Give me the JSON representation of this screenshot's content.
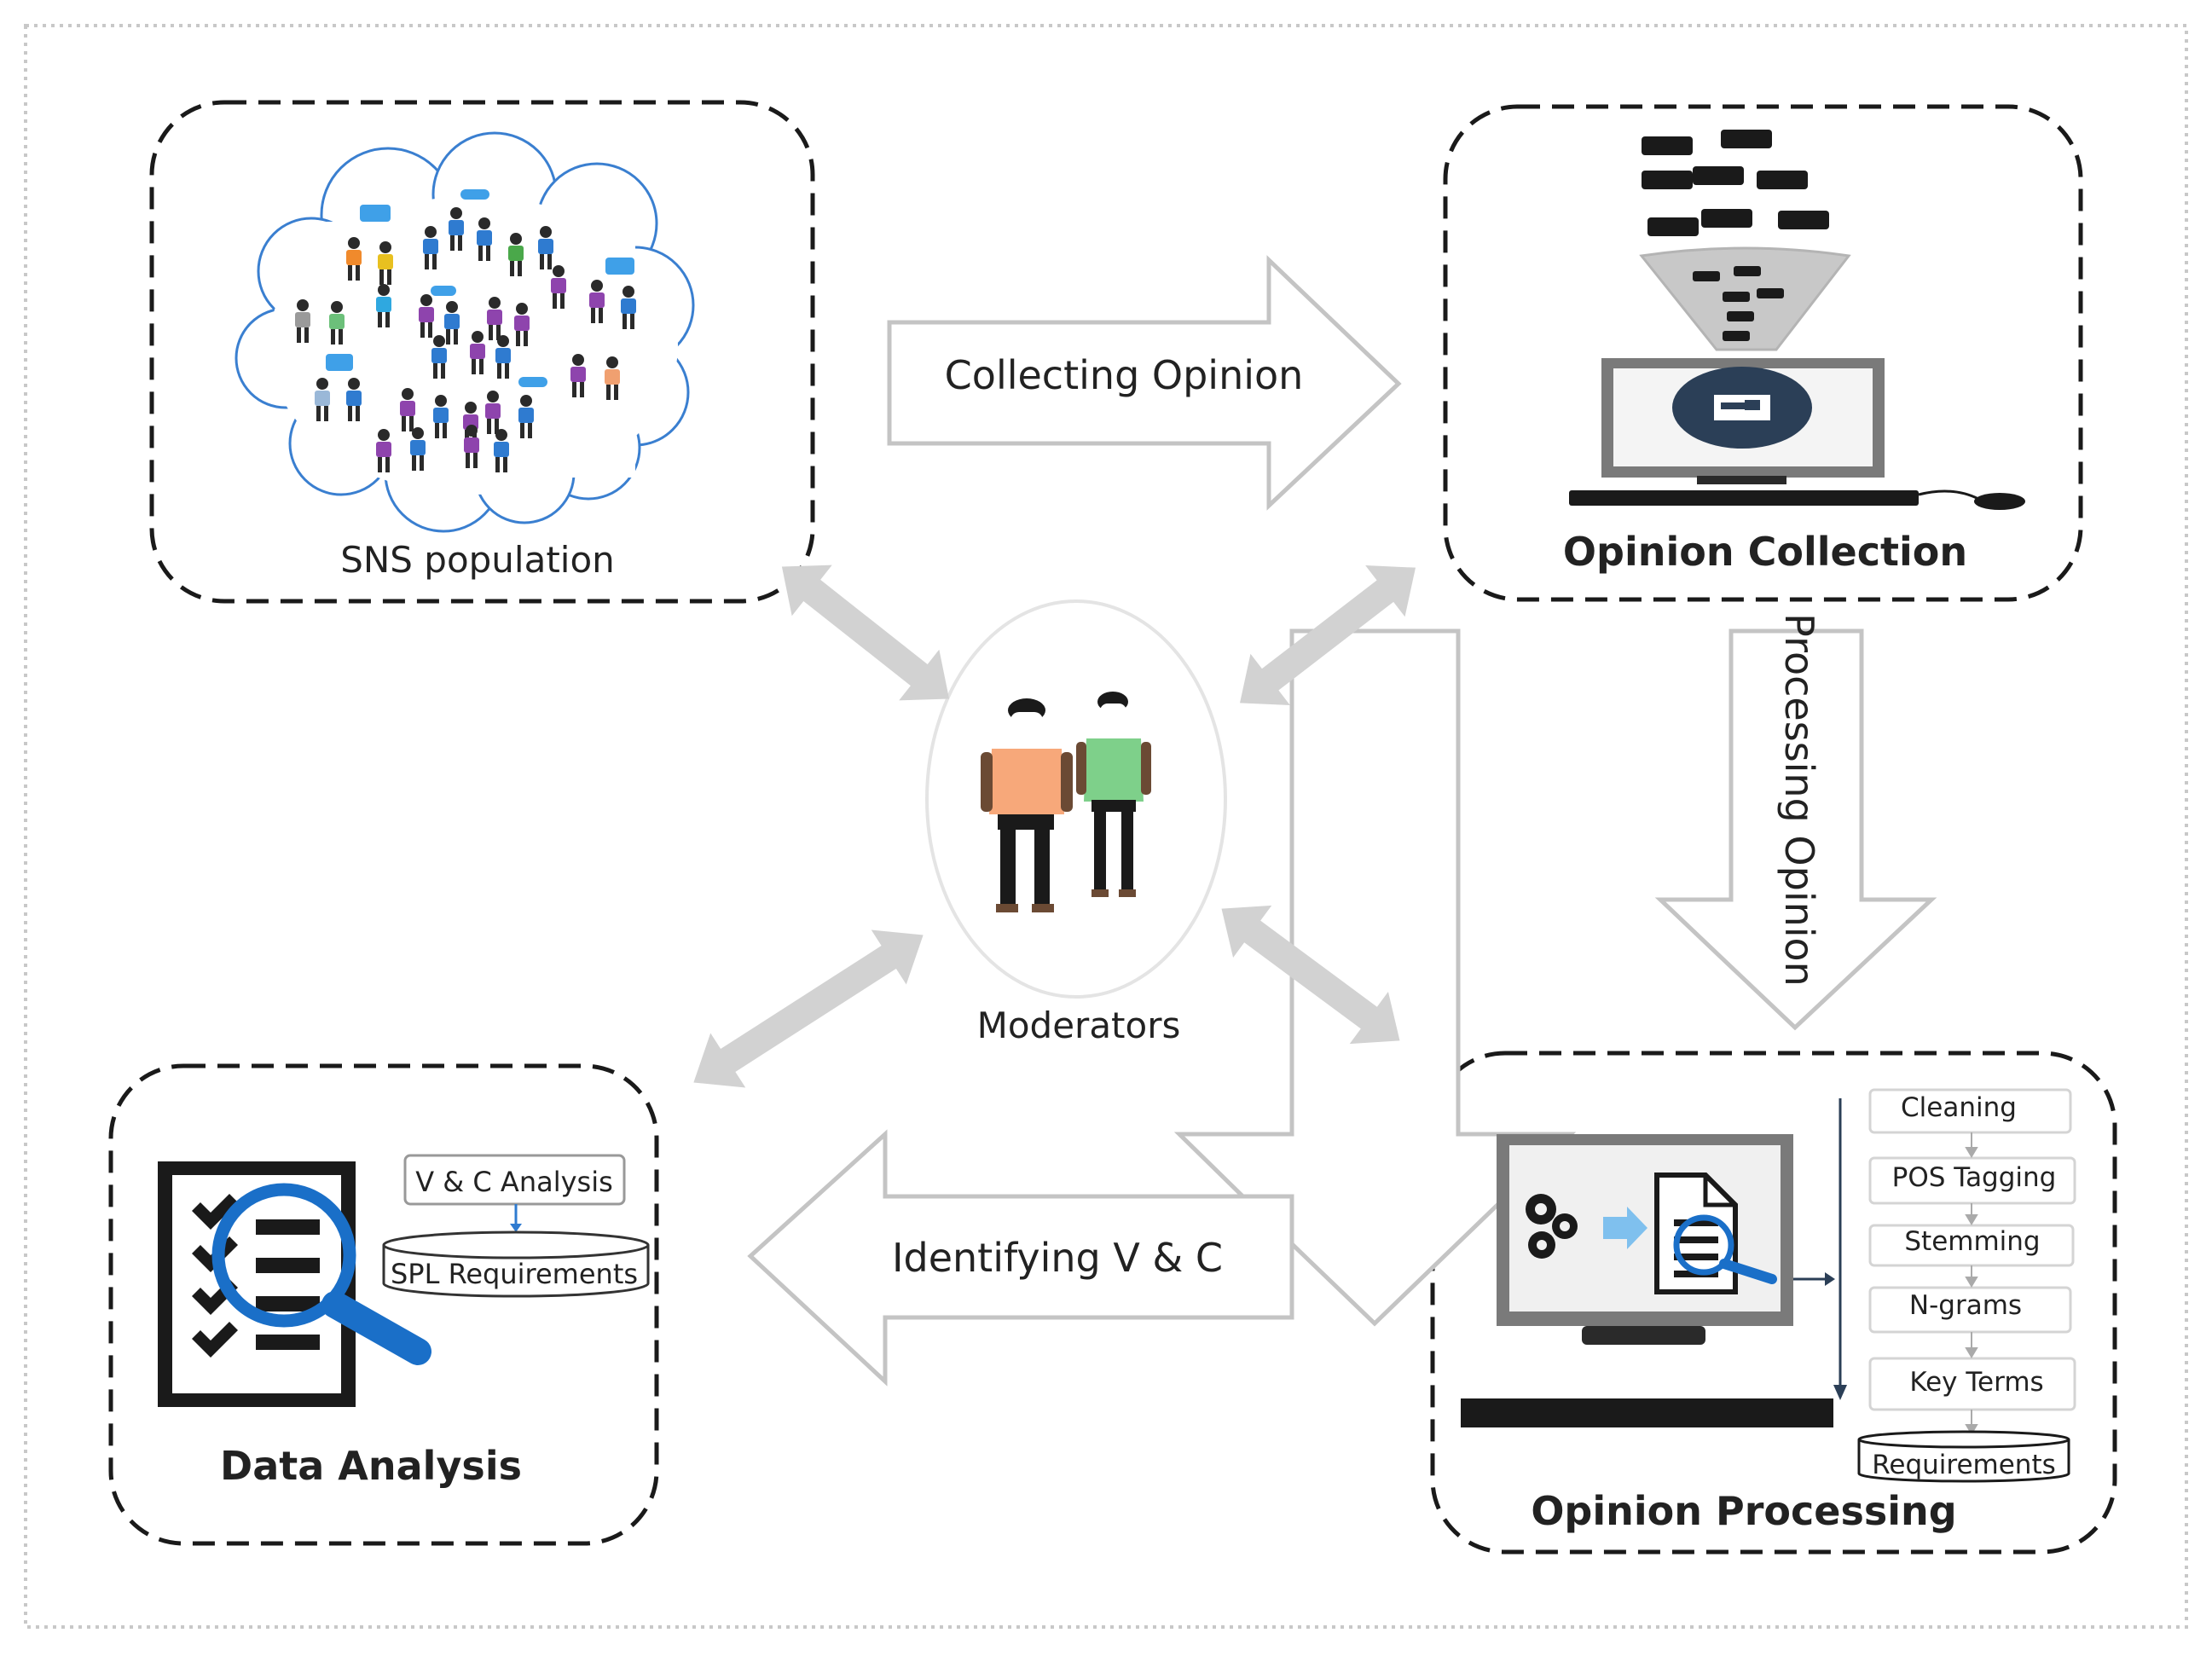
{
  "nodes": {
    "sns": {
      "label": "SNS population"
    },
    "collection": {
      "label": "Opinion Collection"
    },
    "processing": {
      "label": "Opinion Processing"
    },
    "analysis": {
      "label": "Data Analysis"
    },
    "moderators": {
      "label": "Moderators"
    }
  },
  "flows": {
    "collecting": "Collecting Opinion",
    "processing": "Processing Opinion",
    "identifying": "Identifying V & C"
  },
  "analysis_items": {
    "vc_analysis": "V & C Analysis",
    "spl_requirements": "SPL Requirements"
  },
  "processing_steps": [
    "Cleaning",
    "POS Tagging",
    "Stemming",
    "N-grams",
    "Key Terms"
  ],
  "processing_output": "Requirements",
  "colors": {
    "dash_border": "#1a1a1a",
    "arrow_outline": "#c4c4c4",
    "double_arrow": "#d2d2d2",
    "cloud_outline": "#3a7fd0",
    "monitor_frame": "#6b6b6b",
    "accent_blue": "#1a6fc8"
  }
}
